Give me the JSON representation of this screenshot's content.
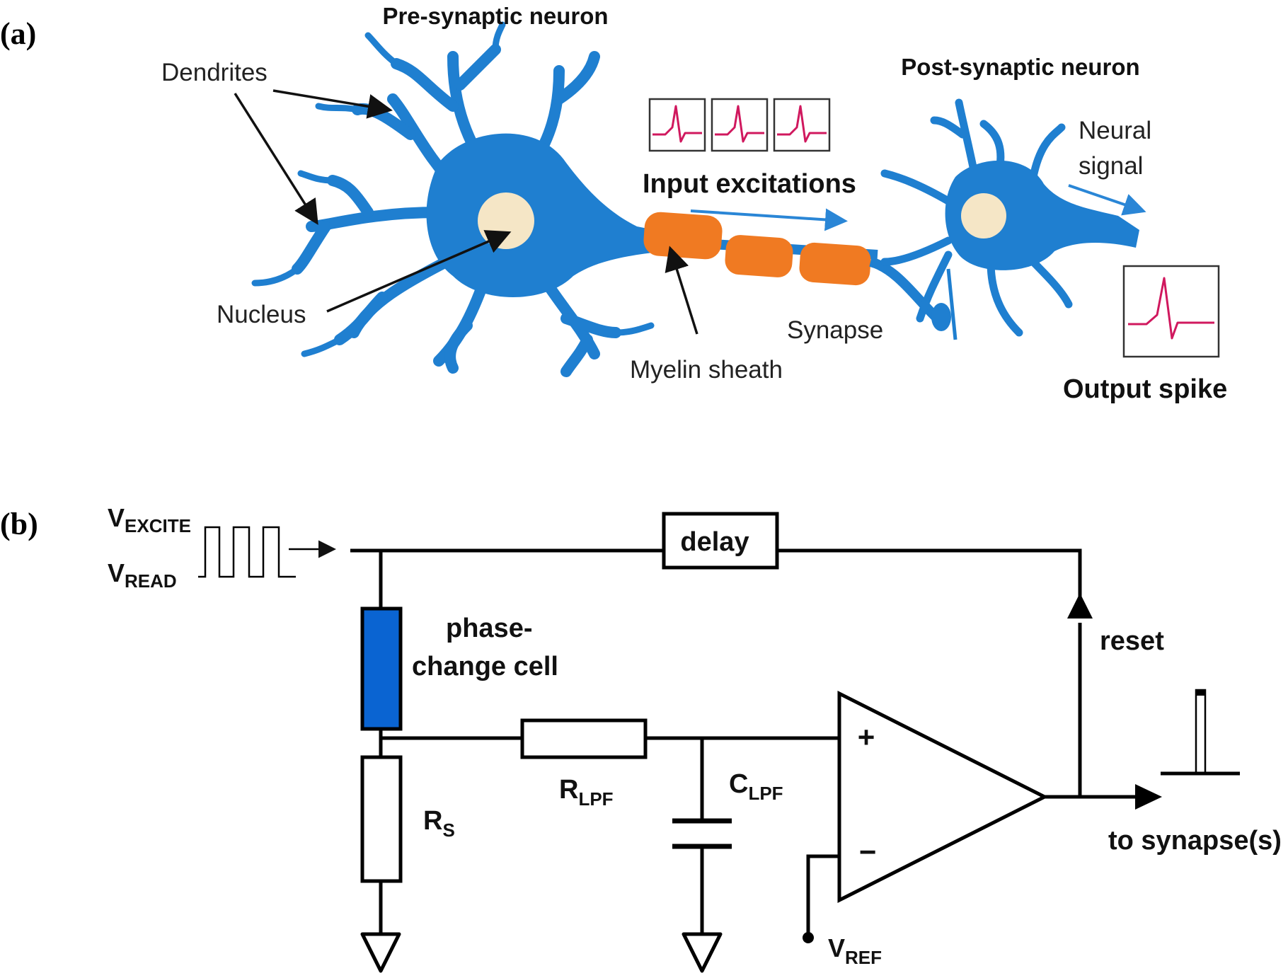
{
  "panel_a": {
    "label": "(a)",
    "pre_neuron_title": "Pre-synaptic neuron",
    "post_neuron_title": "Post-synaptic neuron",
    "dendrites": "Dendrites",
    "nucleus": "Nucleus",
    "myelin_sheath": "Myelin sheath",
    "synapse": "Synapse",
    "input_excitations": "Input excitations",
    "neural_signal_line1": "Neural",
    "neural_signal_line2": "signal",
    "output_spike": "Output spike"
  },
  "panel_b": {
    "label": "(b)",
    "v_excite": {
      "main": "V",
      "sub": "EXCITE"
    },
    "v_read": {
      "main": "V",
      "sub": "READ"
    },
    "delay": "delay",
    "phase_change_line1": "phase-",
    "phase_change_line2": "change cell",
    "reset": "reset",
    "r_s": {
      "main": "R",
      "sub": "S"
    },
    "r_lpf": {
      "main": "R",
      "sub": "LPF"
    },
    "c_lpf": {
      "main": "C",
      "sub": "LPF"
    },
    "plus": "+",
    "minus": "−",
    "v_ref": {
      "main": "V",
      "sub": "REF"
    },
    "to_synapse": "to synapse(s)"
  },
  "colors": {
    "neuron": "#1f7fd0",
    "myelin": "#f07a22",
    "nucleus": "#f5e6c6",
    "spike": "#d0185e",
    "phase_change_cell": "#0a64d2"
  }
}
